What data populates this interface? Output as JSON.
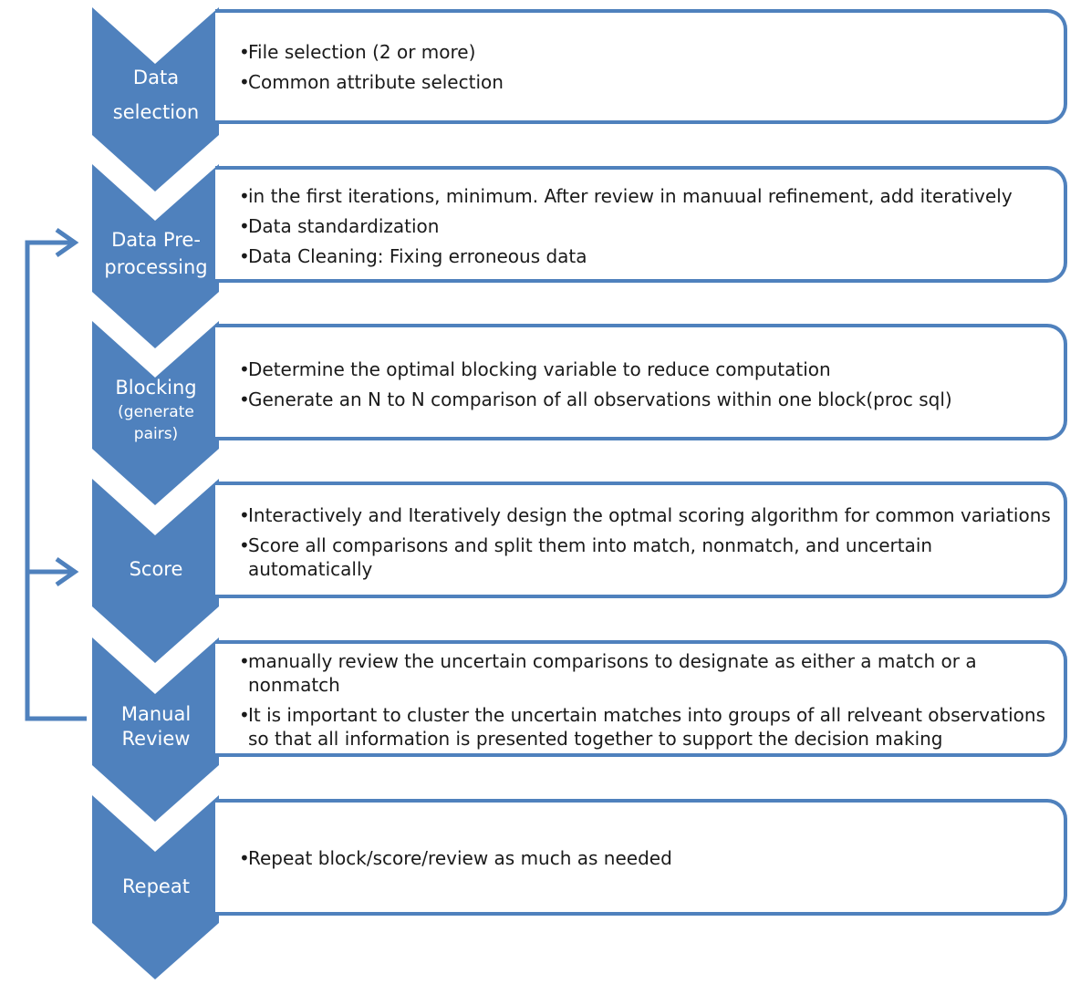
{
  "steps": [
    {
      "label_lines": [
        "Data",
        "selection"
      ],
      "bullets": [
        "File selection (2 or more)",
        "Common attribute selection"
      ]
    },
    {
      "label_lines": [
        "Data Pre-",
        "processing"
      ],
      "bullets": [
        "in the first iterations, minimum.  After review in manuual refinement, add iteratively",
        "Data standardization",
        "Data Cleaning: Fixing erroneous data"
      ]
    },
    {
      "label_lines": [
        "Blocking"
      ],
      "label_sub": [
        "(generate",
        "pairs)"
      ],
      "bullets": [
        "Determine the optimal blocking variable to reduce computation",
        "Generate an N to N comparison of all observations within one block(proc sql)"
      ]
    },
    {
      "label_lines": [
        "Score"
      ],
      "bullets": [
        "Interactively and Iteratively design the optmal  scoring algorithm for common variations",
        "Score all comparisons and split them into match, nonmatch, and uncertain automatically"
      ]
    },
    {
      "label_lines": [
        "Manual",
        "Review"
      ],
      "bullets": [
        "manually review the uncertain comparisons to designate as either a match or a nonmatch",
        "It is important to cluster the uncertain matches into groups of all relveant observations so that all information is presented together to support the decision making"
      ]
    },
    {
      "label_lines": [
        "Repeat"
      ],
      "bullets": [
        "Repeat block/score/review as much as needed"
      ]
    }
  ],
  "colors": {
    "chevron": "#4f81bd",
    "text_on_chevron": "#ffffff",
    "box_border": "#4f81bd",
    "arrow": "#4f81bd"
  }
}
